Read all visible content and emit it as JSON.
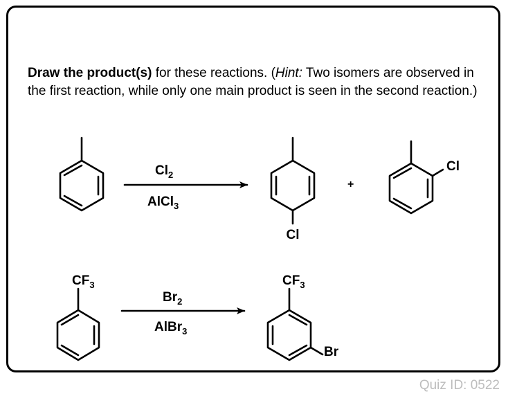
{
  "question": {
    "bold": "Draw the product(s)",
    "part1": " for these reactions. (",
    "hint_label": "Hint:",
    "part2": " Two isomers are observed in the first reaction, while only one main product is seen in the second reaction.)"
  },
  "reaction1": {
    "reagent_top": {
      "base": "Cl",
      "sub": "2"
    },
    "reagent_bottom": {
      "base": "AlCl",
      "sub": "3"
    },
    "product_para_substituent": "Cl",
    "plus": "+",
    "product_ortho_substituent": "Cl"
  },
  "reaction2": {
    "start_substituent": {
      "base": "CF",
      "sub": "3"
    },
    "reagent_top": {
      "base": "Br",
      "sub": "2"
    },
    "reagent_bottom": {
      "base": "AlBr",
      "sub": "3"
    },
    "product_substituent_top": {
      "base": "CF",
      "sub": "3"
    },
    "product_substituent_meta": "Br"
  },
  "quiz_id": "Quiz ID: 0522"
}
